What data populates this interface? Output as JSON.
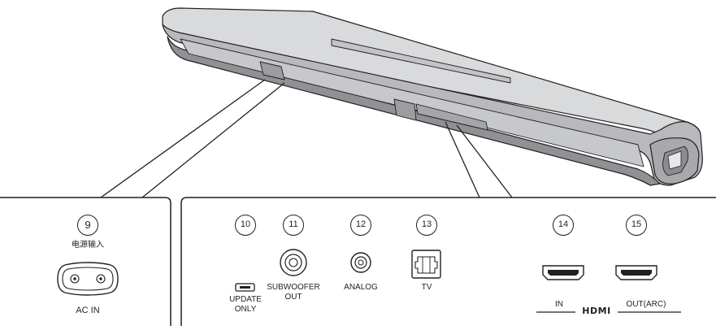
{
  "panel_left": {
    "items": [
      {
        "number": "9",
        "label_cn": "电源输入",
        "label": "AC IN"
      }
    ]
  },
  "panel_right": {
    "items": [
      {
        "number": "10",
        "label_line1": "UPDATE",
        "label_line2": "ONLY"
      },
      {
        "number": "11",
        "label_line1": "SUBWOOFER",
        "label_line2": "OUT"
      },
      {
        "number": "12",
        "label": "ANALOG"
      },
      {
        "number": "13",
        "label": "TV"
      },
      {
        "number": "14",
        "label": "IN"
      },
      {
        "number": "15",
        "label": "OUT(ARC)"
      }
    ],
    "hdmi_logo": "HDMI"
  },
  "colors": {
    "line": "#231f20",
    "bar_top": "#d4d5d7",
    "bar_front": "#a9abae",
    "bar_dark": "#7d7f82"
  }
}
